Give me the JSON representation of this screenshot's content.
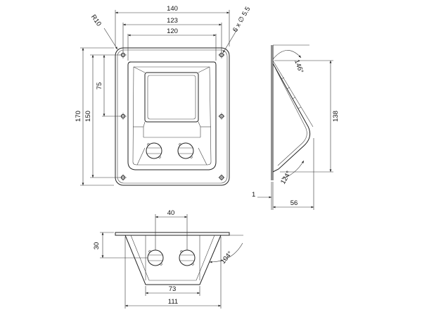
{
  "front_view": {
    "labels": {
      "width_140": "140",
      "width_123": "123",
      "width_120": "120",
      "radius": "R10",
      "holes": "6 x ∅ 5.5",
      "height_170": "170",
      "height_150": "150",
      "height_75": "75"
    }
  },
  "side_view": {
    "labels": {
      "angle_146": "146°",
      "height_138": "138",
      "angle_124": "124°",
      "thickness_1": "1",
      "depth_56": "56"
    }
  },
  "bottom_view": {
    "labels": {
      "width_40": "40",
      "height_30": "30",
      "angle_104": "104°",
      "width_73": "73",
      "width_111": "111"
    }
  }
}
